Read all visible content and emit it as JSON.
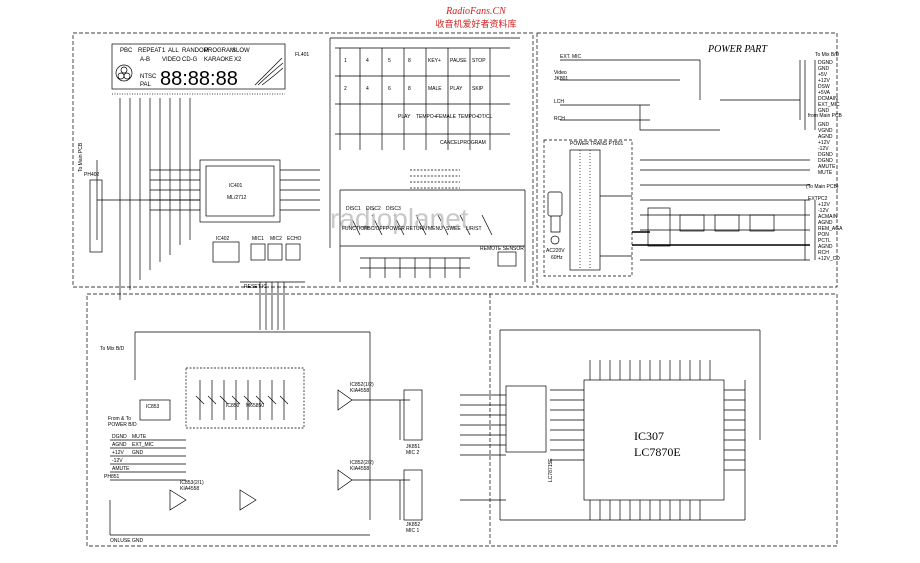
{
  "watermark": {
    "site": "RadioFans.CN",
    "subtitle": "收音机爱好者资料库"
  },
  "display": {
    "label": "FL401",
    "top_row": [
      "PBC",
      "REPEAT",
      "1",
      "ALL",
      "RANDOM",
      "PROGRAM",
      "SLOW"
    ],
    "row2": [
      "A-B",
      "VIDEO",
      "CD-G",
      "KARAOKE",
      "X2"
    ],
    "ntsc": "NTSC",
    "pal": "PAL",
    "digits": "88:88:88"
  },
  "connector_ph402": {
    "name": "PH402",
    "note": "To Main PCB"
  },
  "ic401": {
    "ref": "IC401",
    "part": "ML/2712"
  },
  "ic402": {
    "ref": "IC402"
  },
  "reset": "RESET IC",
  "mic_jacks": [
    "MIC1",
    "MIC2",
    "ECHO"
  ],
  "keys_top": {
    "rows": [
      [
        "1",
        "4",
        "5",
        "8",
        "KEY+",
        "PAUSE",
        "STOP"
      ],
      [
        "2",
        "4",
        "6",
        "8",
        "MALE",
        "PLAY",
        "SKIP"
      ],
      [
        "PLAY",
        "TEMPO+",
        "FEMALE",
        "TEMPO+",
        "DT/CL"
      ],
      [
        "CANCEL",
        "PROGRAM"
      ]
    ]
  },
  "keys_bottom": {
    "row1": [
      "DISC1",
      "DISC2",
      "DISC3"
    ],
    "row2": [
      "FUNCTION",
      "PBC/OFF",
      "POWER",
      "RETURN",
      "MENU",
      "SWEE",
      "L/R/ST"
    ]
  },
  "remote_sensor": "REMOTE SENSOR",
  "power": {
    "title": "POWER PART",
    "to_main": "To Mix B/D",
    "from_main": "from Main PCB",
    "to_main2": "(To Main PCB)",
    "transformer": "POWER TRANS PT801",
    "ac_input": "AC220V",
    "freq": "60Hz",
    "inputs": [
      "EXT. MIC",
      "Video",
      "JK801",
      "LCH",
      "RCH"
    ],
    "connector": "EXTPC2",
    "outputs_top": [
      "DGND",
      "GND",
      "+5V",
      "+12V",
      "DSW",
      "+5VA",
      "DCMAIN",
      "EXT_MIC",
      "GND"
    ],
    "outputs_mid": [
      "GND",
      "VGND",
      "AGND",
      "+12V",
      "-12V",
      "DGND",
      "DGND",
      "AMUTE",
      "MUTE"
    ],
    "outputs_bot": [
      "+12V",
      "-12V",
      "ACMAIN",
      "AGND",
      "REM_AGA",
      "PON",
      "PCTL",
      "AGND",
      "RCH",
      "+12V_CD"
    ]
  },
  "mixer": {
    "to_mix": "To Mix B/D",
    "from_power": [
      "From & To",
      "POWER B/D"
    ],
    "ic_main": "IC850",
    "ic_main_part": "M65850",
    "ic_small": "IC853",
    "ic_a": "IC852(1/2)",
    "ic_a_part": "KIA4558",
    "ic_b": "IC852(2/2)",
    "ic_b_part": "KIA4558",
    "ic_c": "IC853(2/1)",
    "ic_c_part": "KIA4558",
    "pins": [
      "DGND",
      "AGND",
      "+12V",
      "-12V",
      "AMUTE",
      "MUTE",
      "EXT_MIC",
      "GND"
    ],
    "header": "PH851",
    "jack1": "JK851",
    "jack1b": "MIC 2",
    "jack2": "JK852",
    "jack2b": "MIC 1",
    "ground_note": "ONLUSE GND"
  },
  "ic307": {
    "ref": "IC307",
    "part": "LC7870E",
    "side": "LC78715E"
  }
}
